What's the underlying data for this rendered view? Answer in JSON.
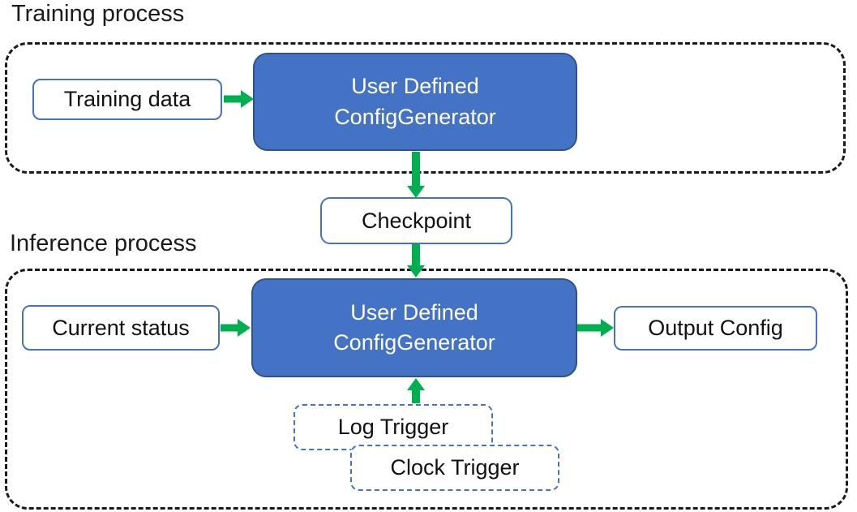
{
  "colors": {
    "generator_fill": "#4472C4",
    "generator_border": "#2F528F",
    "node_border": "#4472C4",
    "trigger_border": "#4472C4",
    "container_border": "#1A1A1A",
    "arrow_green": "#00B050",
    "text_dark": "#111111",
    "text_light": "#FFFFFF"
  },
  "training": {
    "title": "Training process",
    "data_node": "Training data",
    "generator": {
      "line1": "User Defined",
      "line2": "ConfigGenerator"
    }
  },
  "checkpoint_node": "Checkpoint",
  "inference": {
    "title": "Inference process",
    "status_node": "Current status",
    "generator": {
      "line1": "User Defined",
      "line2": "ConfigGenerator"
    },
    "output_node": "Output Config",
    "log_trigger_node": "Log Trigger",
    "clock_trigger_node": "Clock Trigger"
  }
}
